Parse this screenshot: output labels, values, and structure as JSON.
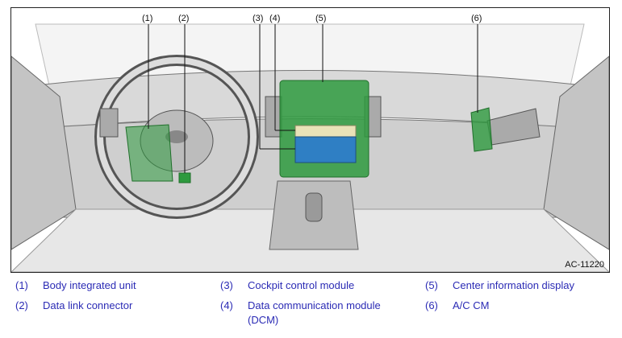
{
  "callouts": [
    "(1)",
    "(2)",
    "(3)",
    "(4)",
    "(5)",
    "(6)"
  ],
  "figure_id": "AC-11220",
  "legend": [
    {
      "num": "(1)",
      "label": "Body integrated unit"
    },
    {
      "num": "(2)",
      "label": "Data link connector"
    },
    {
      "num": "(3)",
      "label": "Cockpit control module"
    },
    {
      "num": "(4)",
      "label": "Data communication module (DCM)"
    },
    {
      "num": "(5)",
      "label": "Center information display"
    },
    {
      "num": "(6)",
      "label": "A/C CM"
    }
  ],
  "colors": {
    "highlight_green": "#2e9a3e",
    "dcm_blue": "#2f7fc4",
    "ccm_beige": "#e9e2b8",
    "legend_text": "#2b2bb5"
  }
}
